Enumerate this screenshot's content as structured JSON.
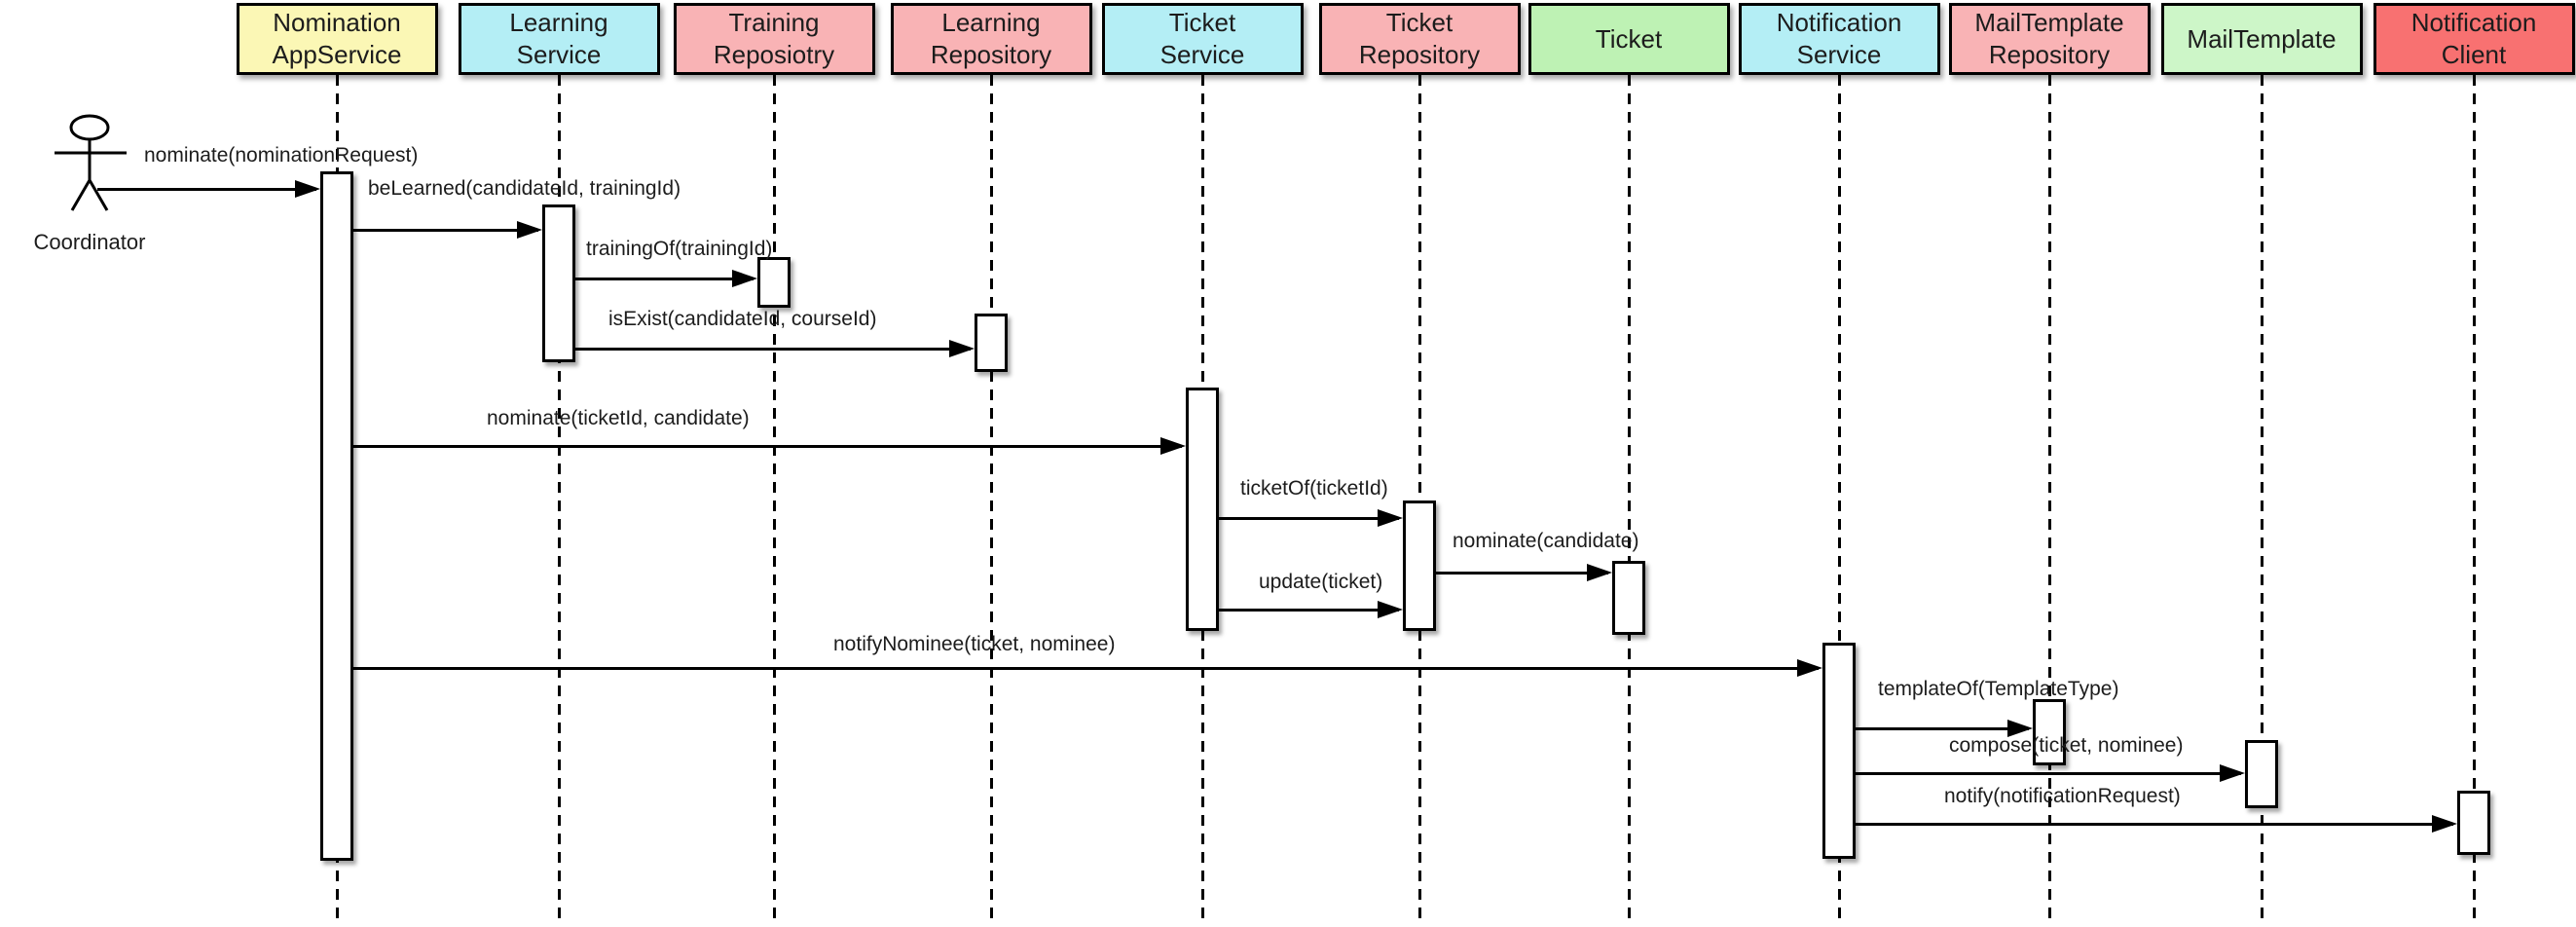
{
  "diagram_type": "uml-sequence-diagram",
  "colors": {
    "stroke": "#000000",
    "background": "#ffffff"
  },
  "actor": {
    "label": "Coordinator"
  },
  "participants": [
    {
      "name": "nomination-app-service",
      "lines": [
        "Nomination",
        "AppService"
      ],
      "color": "#FBF7B5"
    },
    {
      "name": "learning-service",
      "lines": [
        "Learning",
        "Service"
      ],
      "color": "#B4EEF5"
    },
    {
      "name": "training-repository",
      "lines": [
        "Training",
        "Reposiotry"
      ],
      "color": "#F9B3B5"
    },
    {
      "name": "learning-repository",
      "lines": [
        "Learning",
        "Repository"
      ],
      "color": "#F9B3B5"
    },
    {
      "name": "ticket-service",
      "lines": [
        "Ticket",
        "Service"
      ],
      "color": "#B4EEF5"
    },
    {
      "name": "ticket-repository",
      "lines": [
        "Ticket",
        "Repository"
      ],
      "color": "#F9B3B5"
    },
    {
      "name": "ticket",
      "lines": [
        "Ticket"
      ],
      "color": "#BEF2B4"
    },
    {
      "name": "notification-service",
      "lines": [
        "Notification",
        "Service"
      ],
      "color": "#B4EEF5"
    },
    {
      "name": "mail-template-repository",
      "lines": [
        "MailTemplate",
        "Repository"
      ],
      "color": "#F9B3B5"
    },
    {
      "name": "mail-template",
      "lines": [
        "MailTemplate"
      ],
      "color": "#CDF6C8"
    },
    {
      "name": "notification-client",
      "lines": [
        "Notification",
        "Client"
      ],
      "color": "#F87171"
    }
  ],
  "messages": [
    {
      "label": "nominate(nominationRequest)",
      "from": "coordinator",
      "to": "nomination-app-service"
    },
    {
      "label": "beLearned(candidateId, trainingId)",
      "from": "nomination-app-service",
      "to": "learning-service"
    },
    {
      "label": "trainingOf(trainingId)",
      "from": "learning-service",
      "to": "training-repository"
    },
    {
      "label": "isExist(candidateId, courseId)",
      "from": "learning-service",
      "to": "learning-repository"
    },
    {
      "label": "nominate(ticketId, candidate)",
      "from": "nomination-app-service",
      "to": "ticket-service"
    },
    {
      "label": "ticketOf(ticketId)",
      "from": "ticket-service",
      "to": "ticket-repository"
    },
    {
      "label": "nominate(candidate)",
      "from": "ticket-repository",
      "to": "ticket"
    },
    {
      "label": "update(ticket)",
      "from": "ticket-service",
      "to": "ticket-repository"
    },
    {
      "label": "notifyNominee(ticket, nominee)",
      "from": "nomination-app-service",
      "to": "notification-service"
    },
    {
      "label": "templateOf(TemplateType)",
      "from": "notification-service",
      "to": "mail-template-repository"
    },
    {
      "label": "compose(ticket, nominee)",
      "from": "notification-service",
      "to": "mail-template"
    },
    {
      "label": "notify(notificationRequest)",
      "from": "notification-service",
      "to": "notification-client"
    }
  ]
}
